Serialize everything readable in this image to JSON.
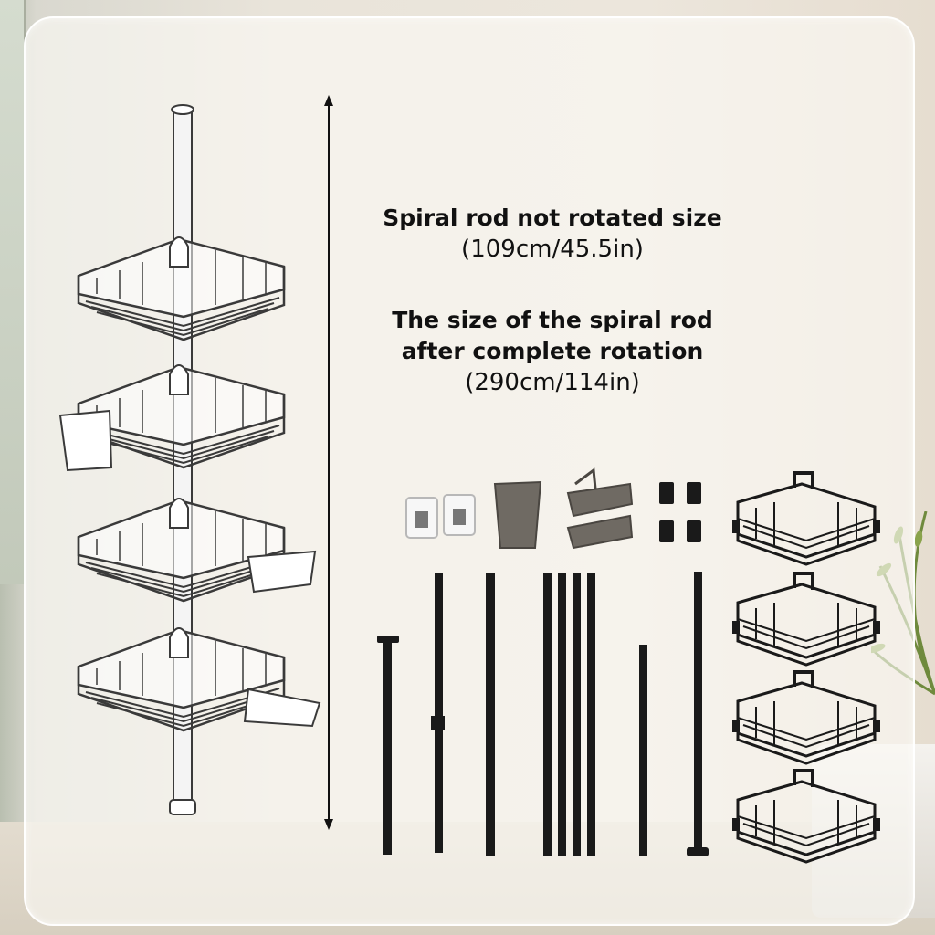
{
  "info": {
    "unrotated_title": "Spiral rod not rotated size",
    "unrotated_size": "(109cm/45.5in)",
    "rotated_title_line1": "The size of the spiral rod",
    "rotated_title_line2": "after complete rotation",
    "rotated_size": "(290cm/114in)"
  },
  "colors": {
    "text": "#111111",
    "product_black": "#1a1a1a",
    "product_grey": "#6f6a63",
    "diagram_line": "#3a3a3a"
  },
  "parts": [
    "adhesive-hook-icon",
    "adhesive-hook-icon",
    "storage-cup-icon",
    "soap-dish-icon",
    "soap-dish-icon",
    "clip-icon",
    "rod-icon",
    "corner-basket-icon"
  ]
}
